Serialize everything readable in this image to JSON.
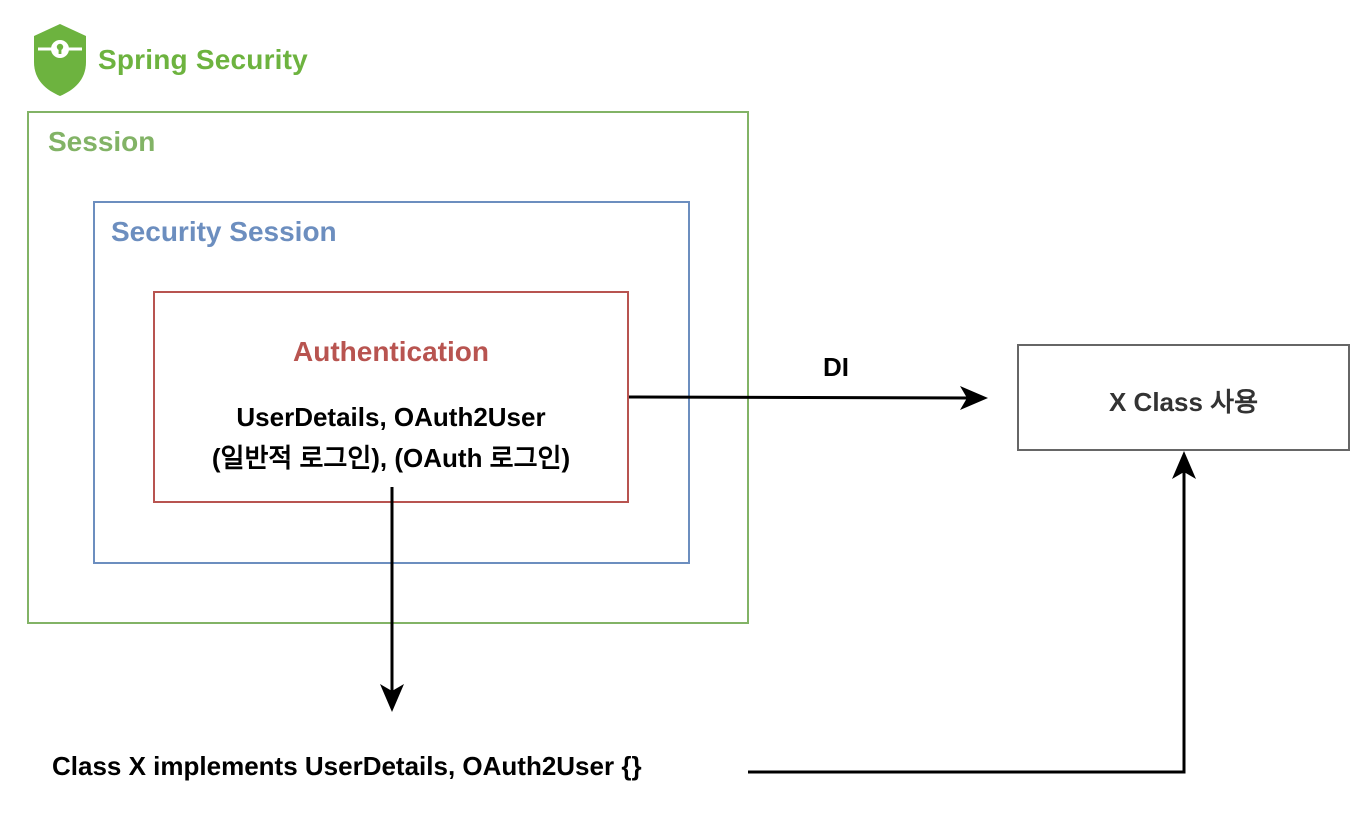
{
  "brand": {
    "title": "Spring Security",
    "icon": "shield-keyhole-icon",
    "color": "#6db33f"
  },
  "diagram": {
    "session": {
      "label": "Session",
      "color": "#82b366"
    },
    "security_session": {
      "label": "Security Session",
      "color": "#6c8ebf"
    },
    "authentication": {
      "title": "Authentication",
      "line1": "UserDetails, OAuth2User",
      "line2": "(일반적 로그인), (OAuth 로그인)",
      "color": "#b85450"
    },
    "x_class": {
      "label": "X Class 사용",
      "color": "#666666"
    },
    "di_label": "DI",
    "class_impl": "Class X implements UserDetails, OAuth2User {}"
  }
}
